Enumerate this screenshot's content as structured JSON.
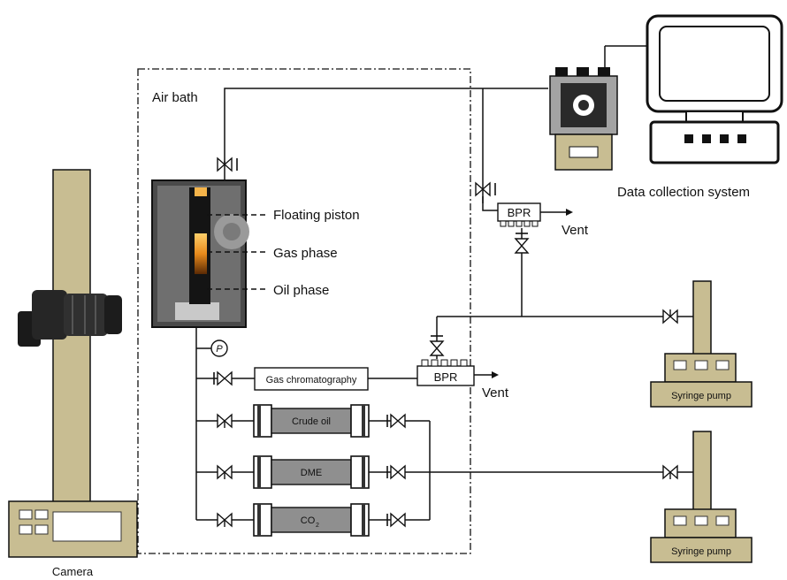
{
  "labels": {
    "air_bath": "Air bath",
    "floating_piston": "Floating piston",
    "gas_phase": "Gas phase",
    "oil_phase": "Oil phase",
    "data_collection": "Data collection system",
    "bpr_top": "BPR",
    "bpr_bottom": "BPR",
    "vent_top": "Vent",
    "vent_bottom": "Vent",
    "gas_chromatography": "Gas chromatography",
    "crude_oil": "Crude oil",
    "dme": "DME",
    "co2_main": "CO",
    "co2_sub": "2",
    "pressure_gauge": "P",
    "syringe_pump_top": "Syringe pump",
    "syringe_pump_bottom": "Syringe pump",
    "camera": "Camera"
  },
  "colors": {
    "equipment_tan": "#c8bd92",
    "equipment_grey": "#a3a3a3",
    "cylinder_grey": "#8f8f8f",
    "device_dark": "#222222",
    "cell_orange": "#e88a1c"
  }
}
